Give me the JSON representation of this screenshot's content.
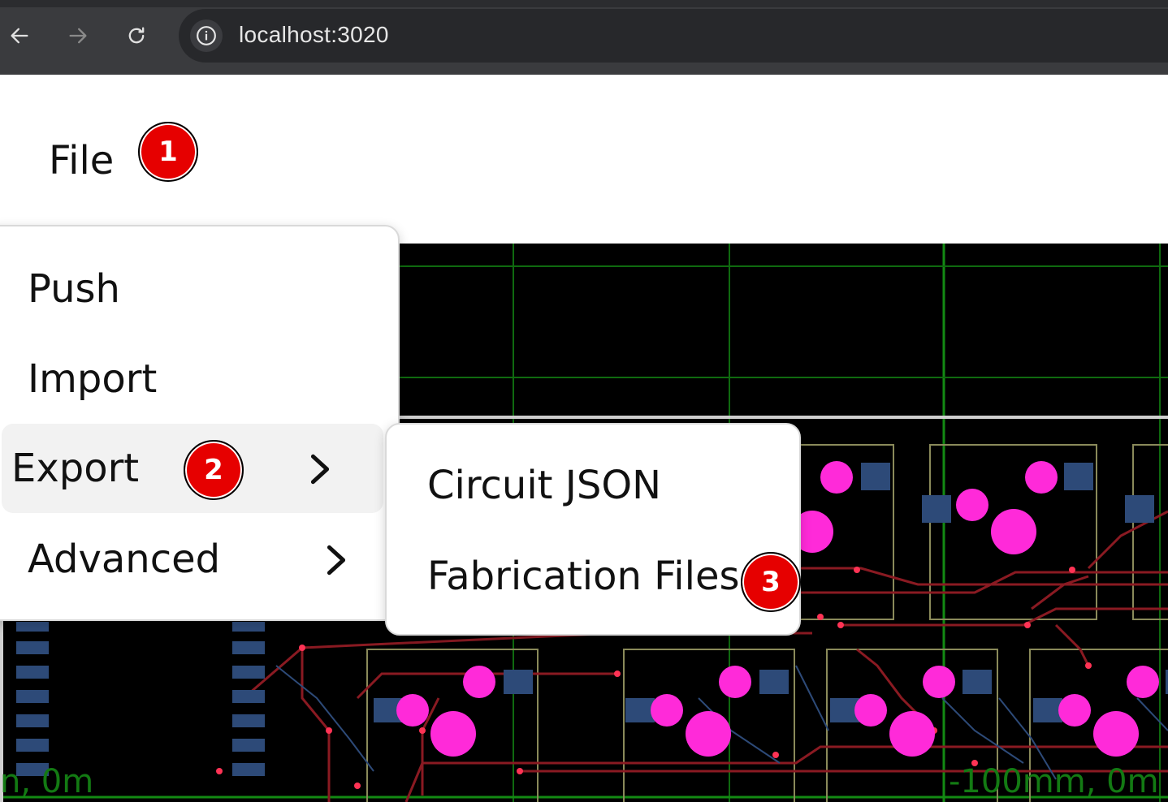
{
  "browser": {
    "url": "localhost:3020"
  },
  "app": {
    "file_menu": "File",
    "badges": {
      "b1": "1",
      "b2": "2",
      "b3": "3"
    },
    "file_dropdown": {
      "items": [
        {
          "label": "Push"
        },
        {
          "label": "Import"
        },
        {
          "label": "Export"
        },
        {
          "label": "Advanced"
        }
      ]
    },
    "export_submenu": {
      "items": [
        {
          "label": "Circuit JSON"
        },
        {
          "label": "Fabrication Files"
        }
      ]
    },
    "pcb": {
      "coord_left": "n, 0m",
      "coord_right": "-100mm, 0m"
    }
  },
  "colors": {
    "badge": "#e60000",
    "pad_round": "#ff2ad9",
    "pad_square": "#2d4a78",
    "trace": "#8a1a22",
    "grid": "#0f7a0f"
  }
}
